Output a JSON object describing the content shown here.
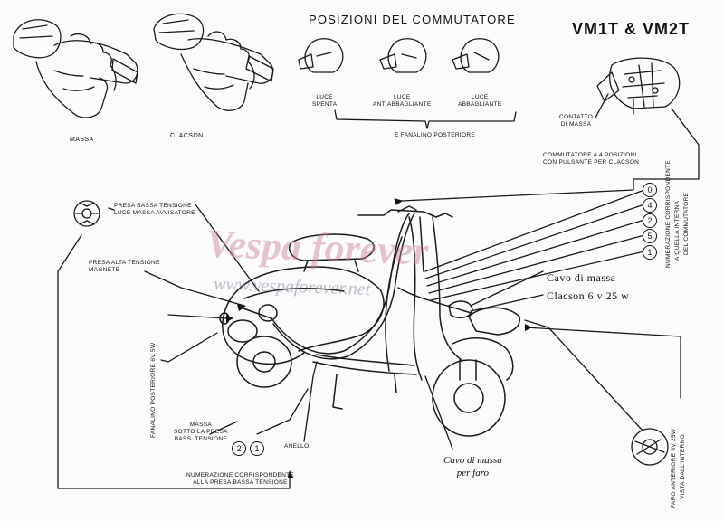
{
  "header": {
    "title": "POSIZIONI DEL COMMUTATORE",
    "model": "VM1T & VM2T"
  },
  "hand_labels": {
    "massa": "MASSA",
    "clacson": "CLACSON"
  },
  "switch_positions": {
    "luce_spenta": [
      "LUCE",
      "SPENTA"
    ],
    "luce_antiabbagliante": [
      "LUCE",
      "ANTIABBAGLIANTE"
    ],
    "luce_abbagliante": [
      "LUCE",
      "ABBAGLIANTE"
    ],
    "fanalino": "E FANALINO POSTERIORE"
  },
  "callouts": {
    "contatto_massa": [
      "CONTATTO",
      "DI MASSA"
    ],
    "commutatore": [
      "COMMUTATORE A 4 POSIZIONI",
      "CON PULSANTE PER CLACSON"
    ],
    "numerazione_commutatore": [
      "NUMERAZIONE CORRISPONDENTE",
      "A QUELLA INTERNA",
      "DEL COMMUTATORE"
    ],
    "presa_bassa": [
      "PRESA BASSA TENSIONE",
      "LUCE MASSA AVVISATORE"
    ],
    "presa_alta": [
      "PRESA ALTA TENSIONE",
      "MAGNETE"
    ],
    "cavo_massa": "Cavo di massa",
    "clacson_spec": "Clacson 6 v 25 w",
    "fanalino_post": "FANALINO POSTERIORE 6V 5W",
    "massa_presa": [
      "MASSA",
      "SOTTO LA PRESA",
      "BASS. TENSIONE"
    ],
    "anello": "ANELLO",
    "cavo_massa_faro": [
      "Cavo di massa",
      "per faro"
    ],
    "numerazione_presa": [
      "NUMERAZIONE CORRISPONDENTE",
      "ALLA PRESA BASSA TENSIONE"
    ],
    "faro_anteriore": [
      "FARO ANTERIORE 6V 25W",
      "VISTA DALL'INTERNO"
    ]
  },
  "wire_numbers": [
    "0",
    "4",
    "2",
    "5",
    "1"
  ],
  "presa_numbers": [
    "2",
    "1"
  ],
  "watermark": {
    "brand": "Vespa forever",
    "url": "www.vespaforever.net"
  }
}
